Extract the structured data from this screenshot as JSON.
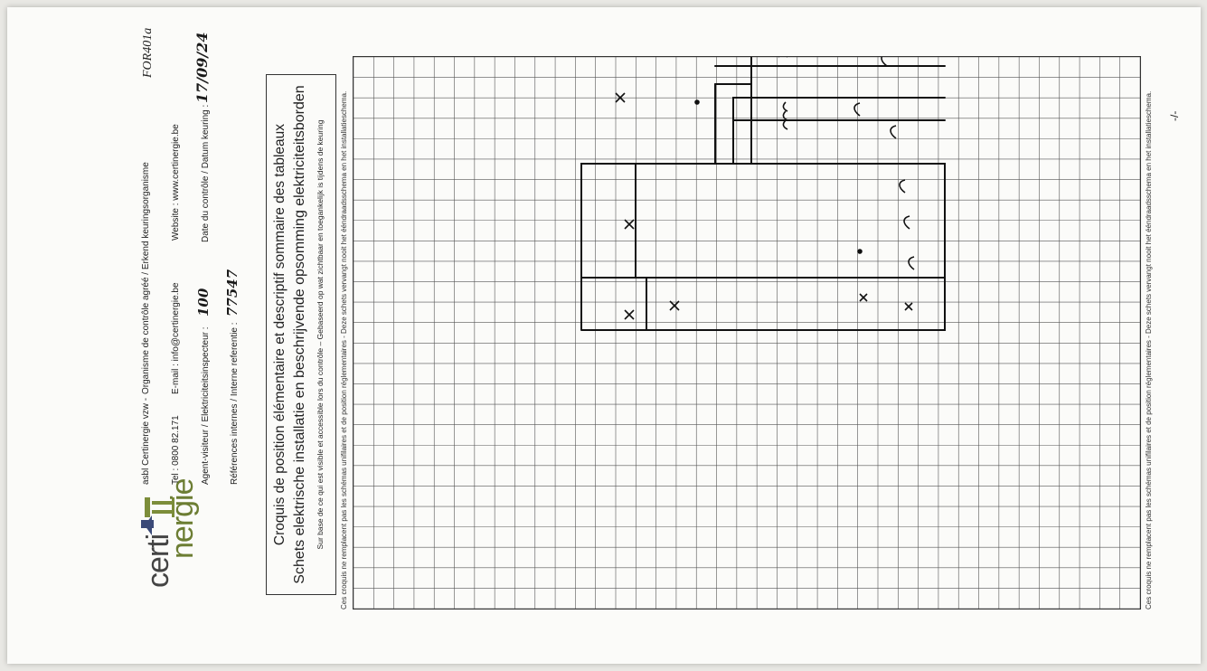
{
  "header": {
    "logo_top": "certi",
    "logo_bottom": "nergie",
    "org_name": "asbl Certinergie vzw -",
    "org_desc": "Organisme de contrôle agréé / Erkend keuringsorganisme",
    "form_code": "FOR401a",
    "tel": "Tel : 0800 82.171",
    "email": "E-mail : info@certinergie.be",
    "website": "Website : www.certinergie.be",
    "inspector_label": "Agent-visiteur / Elektriciteitsinspecteur :",
    "inspector_value": "100",
    "date_label": "Date du contrôle / Datum keuring :",
    "date_value": "17/09/24",
    "ref_label": "Références internes / Interne referentie :",
    "ref_value": "77547"
  },
  "title": {
    "fr": "Croquis de position élémentaire et descriptif sommaire des tableaux",
    "nl": "Schets elektrische installatie en beschrijvende opsomming elektriciteitsborden",
    "note": "Sur base de ce qui est visible et accessible lors du contrôle – Gebaseerd op wat zichtbaar en toegankelijk is tijdens de keuring"
  },
  "grid": {
    "top_notice": "Ces croquis ne remplacent pas les schémas unifilaires et de position réglementaires - Deze schets vervangt nooit het ééndraadsschema en het installatieschema.",
    "bottom_notice": "Ces croquis ne remplacent pas les schémas unifilaires et de position réglementaires - Deze schets vervangt nooit het ééndraadsschema en het installatieschema.",
    "page_mark": "-/-",
    "cols": 27,
    "rows": 39
  }
}
